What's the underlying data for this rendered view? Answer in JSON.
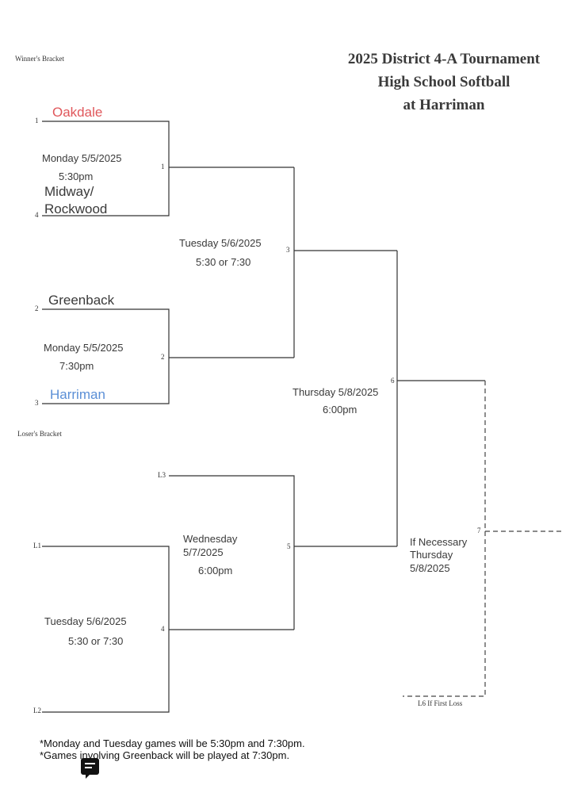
{
  "header": {
    "winners_bracket_label": "Winner's Bracket",
    "losers_bracket_label": "Loser's Bracket",
    "title_line1": "2025 District 4-A Tournament",
    "title_line2": "High School Softball",
    "title_line3": "at Harriman"
  },
  "teams": {
    "seed1": {
      "seed": "1",
      "name": "Oakdale",
      "color": "#e0575b"
    },
    "seed4": {
      "seed": "4",
      "name_line1": "Midway/",
      "name_line2": "Rockwood"
    },
    "seed2": {
      "seed": "2",
      "name": "Greenback"
    },
    "seed3": {
      "seed": "3",
      "name": "Harriman",
      "color": "#5b8fd6"
    }
  },
  "games": {
    "g1": {
      "number": "1",
      "day": "Monday 5/5/2025",
      "time": "5:30pm"
    },
    "g2": {
      "number": "2",
      "day": "Monday 5/5/2025",
      "time": "7:30pm"
    },
    "g3": {
      "number": "3",
      "day": "Tuesday 5/6/2025",
      "time": "5:30 or 7:30"
    },
    "g4": {
      "number": "4",
      "day": "Tuesday 5/6/2025",
      "time": "5:30 or 7:30"
    },
    "g5": {
      "number": "5",
      "day_line1": "Wednesday",
      "day_line2": "5/7/2025",
      "time": "6:00pm"
    },
    "g6": {
      "number": "6",
      "day": "Thursday 5/8/2025",
      "time": "6:00pm"
    },
    "g7": {
      "number": "7",
      "line1": "If Necessary",
      "line2": "Thursday",
      "line3": "5/8/2025"
    }
  },
  "loser_slots": {
    "l1": "L1",
    "l2": "L2",
    "l3": "L3",
    "l6": "L6 If First Loss"
  },
  "footnotes": [
    "*Monday and Tuesday games will be 5:30pm and 7:30pm.",
    "*Games involving Greenback will be played at 7:30pm."
  ],
  "icons": {
    "comment": "comment-icon"
  }
}
